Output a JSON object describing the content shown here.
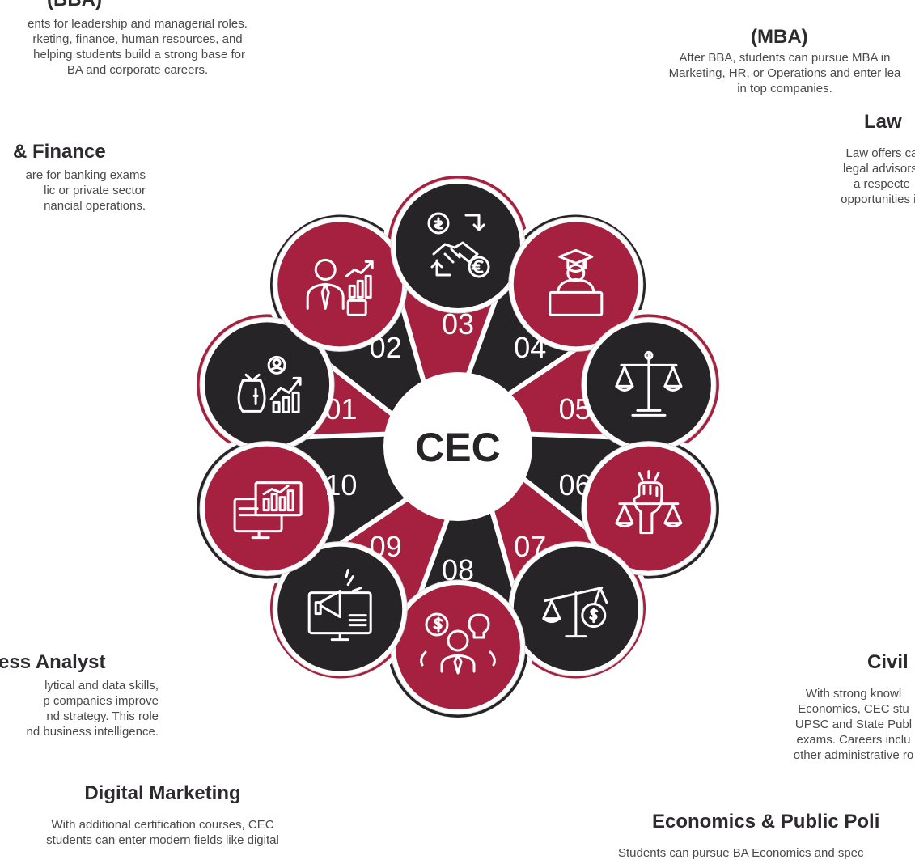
{
  "colors": {
    "crimson": "#a6213f",
    "dark": "#262427",
    "white": "#ffffff",
    "heading": "#2d2a2e",
    "body": "#4a4a4a"
  },
  "center": {
    "label": "CEC"
  },
  "petals": [
    {
      "number": "01",
      "color": "crimson",
      "icon": "money-bag-growth-icon",
      "icon_color": "dark"
    },
    {
      "number": "02",
      "color": "dark",
      "icon": "businessman-chart-icon",
      "icon_color": "crimson"
    },
    {
      "number": "03",
      "color": "crimson",
      "icon": "handshake-exchange-icon",
      "icon_color": "dark"
    },
    {
      "number": "04",
      "color": "dark",
      "icon": "graduate-lectern-icon",
      "icon_color": "crimson"
    },
    {
      "number": "05",
      "color": "crimson",
      "icon": "scales-of-justice-icon",
      "icon_color": "dark"
    },
    {
      "number": "06",
      "color": "dark",
      "icon": "fist-scales-icon",
      "icon_color": "crimson"
    },
    {
      "number": "07",
      "color": "crimson",
      "icon": "balance-dollar-icon",
      "icon_color": "dark"
    },
    {
      "number": "08",
      "color": "dark",
      "icon": "person-ideas-icon",
      "icon_color": "crimson"
    },
    {
      "number": "09",
      "color": "crimson",
      "icon": "megaphone-monitor-icon",
      "icon_color": "dark"
    },
    {
      "number": "10",
      "color": "dark",
      "icon": "monitor-analytics-icon",
      "icon_color": "crimson"
    }
  ],
  "texts": {
    "bba_title": "(BBA)",
    "bba_desc": "ents for leadership and managerial roles.\nrketing, finance, human resources, and\n helping students build a strong base for\nBA and corporate careers.",
    "mba_title": "(MBA)",
    "mba_desc": "After BBA, students can pursue MBA in\nMarketing, HR, or Operations and enter lea\nin top companies.",
    "banking_title": "& Finance",
    "banking_desc": "are for banking exams\nlic or private sector\nnancial operations.",
    "law_title": "Law",
    "law_desc": "Law offers ca\nlegal advisors,\na respecte\nopportunities in",
    "analyst_title": "ess Analyst",
    "analyst_desc": "lytical and data skills,\np companies improve\nnd strategy. This role\nnd business intelligence.",
    "civil_title": "Civil",
    "civil_desc": "With strong knowl\nEconomics, CEC stu\nUPSC and State Publ\nexams. Careers inclu\nother administrative ro",
    "digital_title": "Digital Marketing",
    "digital_desc": "With additional certification courses, CEC\nstudents can enter modern fields like digital",
    "econ_title": "Economics & Public Poli",
    "econ_desc": "Students can pursue BA Economics and spec"
  }
}
